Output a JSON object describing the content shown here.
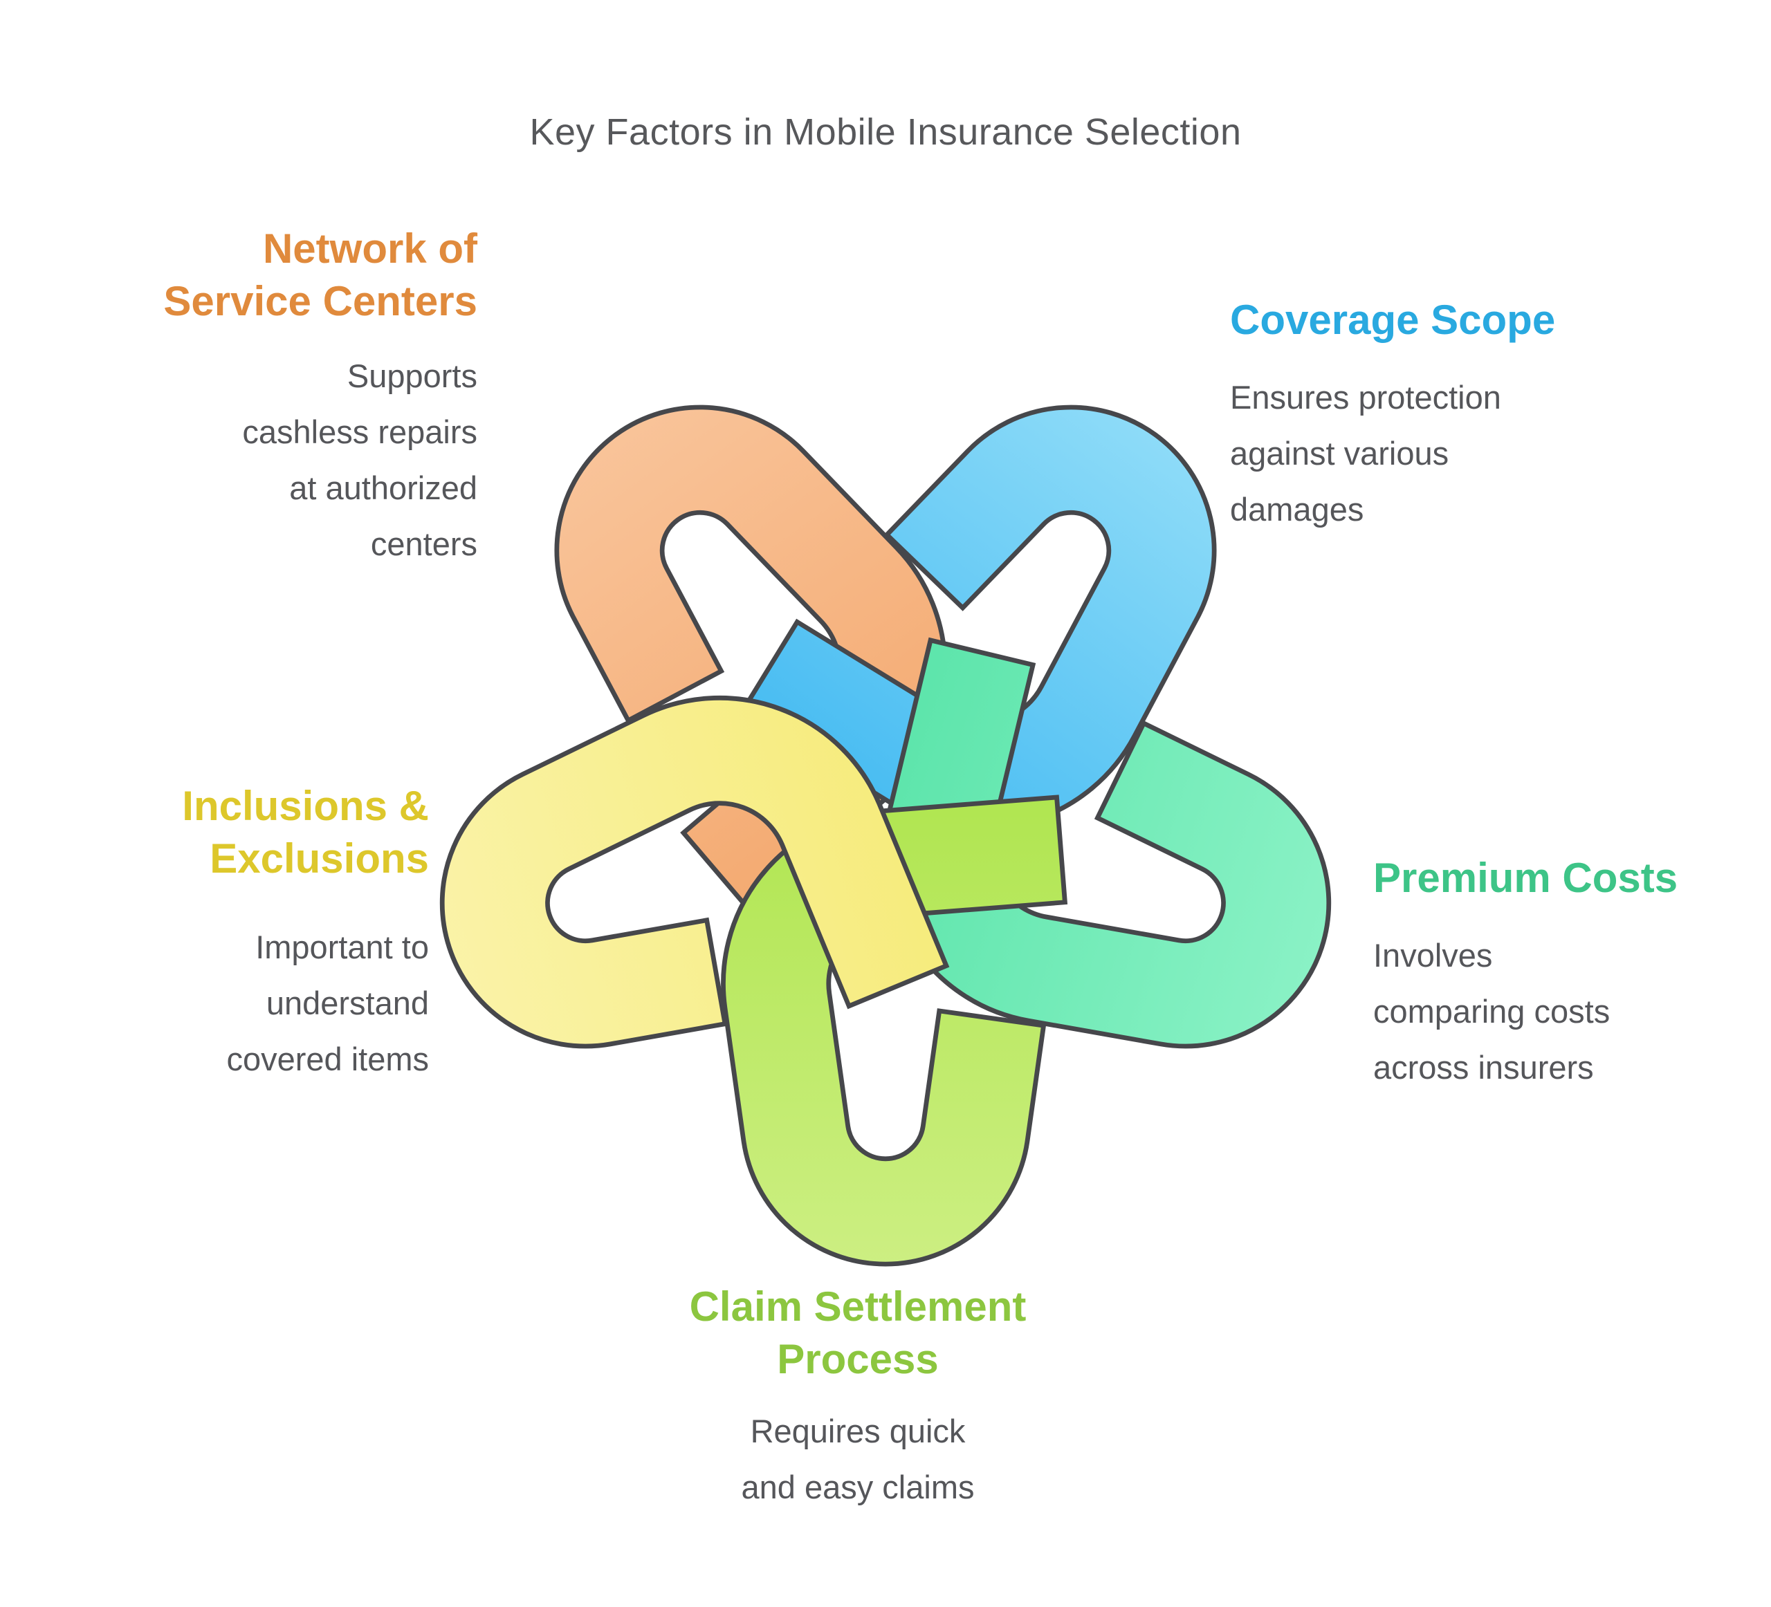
{
  "title": "Key Factors in Mobile Insurance Selection",
  "colors": {
    "title_text": "#57585B",
    "body_text": "#55565A",
    "loop_outline": "#46474B",
    "background": "#FFFFFF"
  },
  "factors": [
    {
      "id": "network",
      "title": "Network of\nService Centers",
      "description": "Supports\ncashless repairs\nat authorized\ncenters",
      "color": "#E08A3C",
      "loop_light": "#F9C49A",
      "loop_dark": "#F2A163",
      "position": "top-left"
    },
    {
      "id": "coverage",
      "title": "Coverage Scope",
      "description": "Ensures protection\nagainst various\ndamages",
      "color": "#29A9E0",
      "loop_light": "#8FDCF8",
      "loop_dark": "#2FB1F0",
      "position": "top-right"
    },
    {
      "id": "premium",
      "title": "Premium Costs",
      "description": "Involves\ncomparing costs\nacross insurers",
      "color": "#3DC487",
      "loop_light": "#8BF2C6",
      "loop_dark": "#4DE0A2",
      "position": "right"
    },
    {
      "id": "claim",
      "title": "Claim Settlement\nProcess",
      "description": "Requires quick\nand easy claims",
      "color": "#8CC63F",
      "loop_light": "#CDEF83",
      "loop_dark": "#A6E23F",
      "position": "bottom"
    },
    {
      "id": "inclusions",
      "title": "Inclusions &\nExclusions",
      "description": "Important to\nunderstand\ncovered items",
      "color": "#DDC72B",
      "loop_light": "#FAF3A8",
      "loop_dark": "#F5E96E",
      "position": "left"
    }
  ]
}
